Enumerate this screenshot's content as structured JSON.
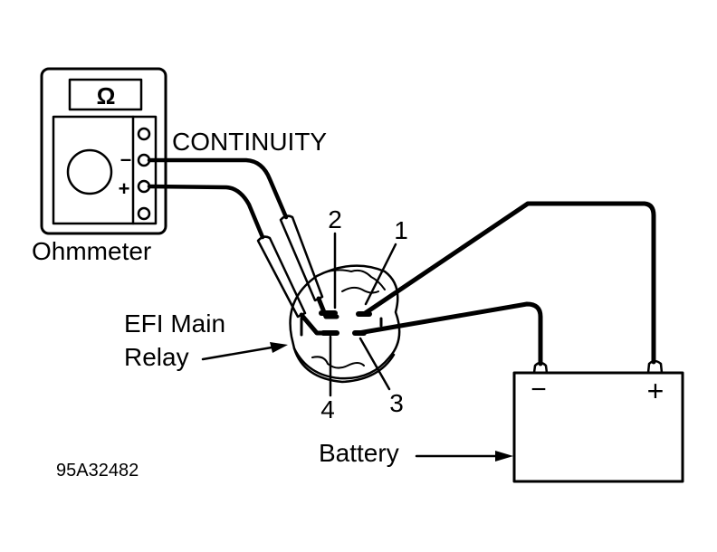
{
  "diagram": {
    "meter": {
      "name": "Ohmmeter",
      "display_symbol": "Ω",
      "minus_label": "–",
      "plus_label": "+",
      "mode_label": "CONTINUITY"
    },
    "relay": {
      "label_line1": "EFI Main",
      "label_line2": "Relay",
      "terminals": [
        "1",
        "2",
        "3",
        "4"
      ]
    },
    "battery": {
      "label": "Battery",
      "minus_label": "−",
      "plus_label": "+"
    },
    "figure_code": "95A32482"
  },
  "colors": {
    "ink": "#000000",
    "background": "#ffffff"
  }
}
